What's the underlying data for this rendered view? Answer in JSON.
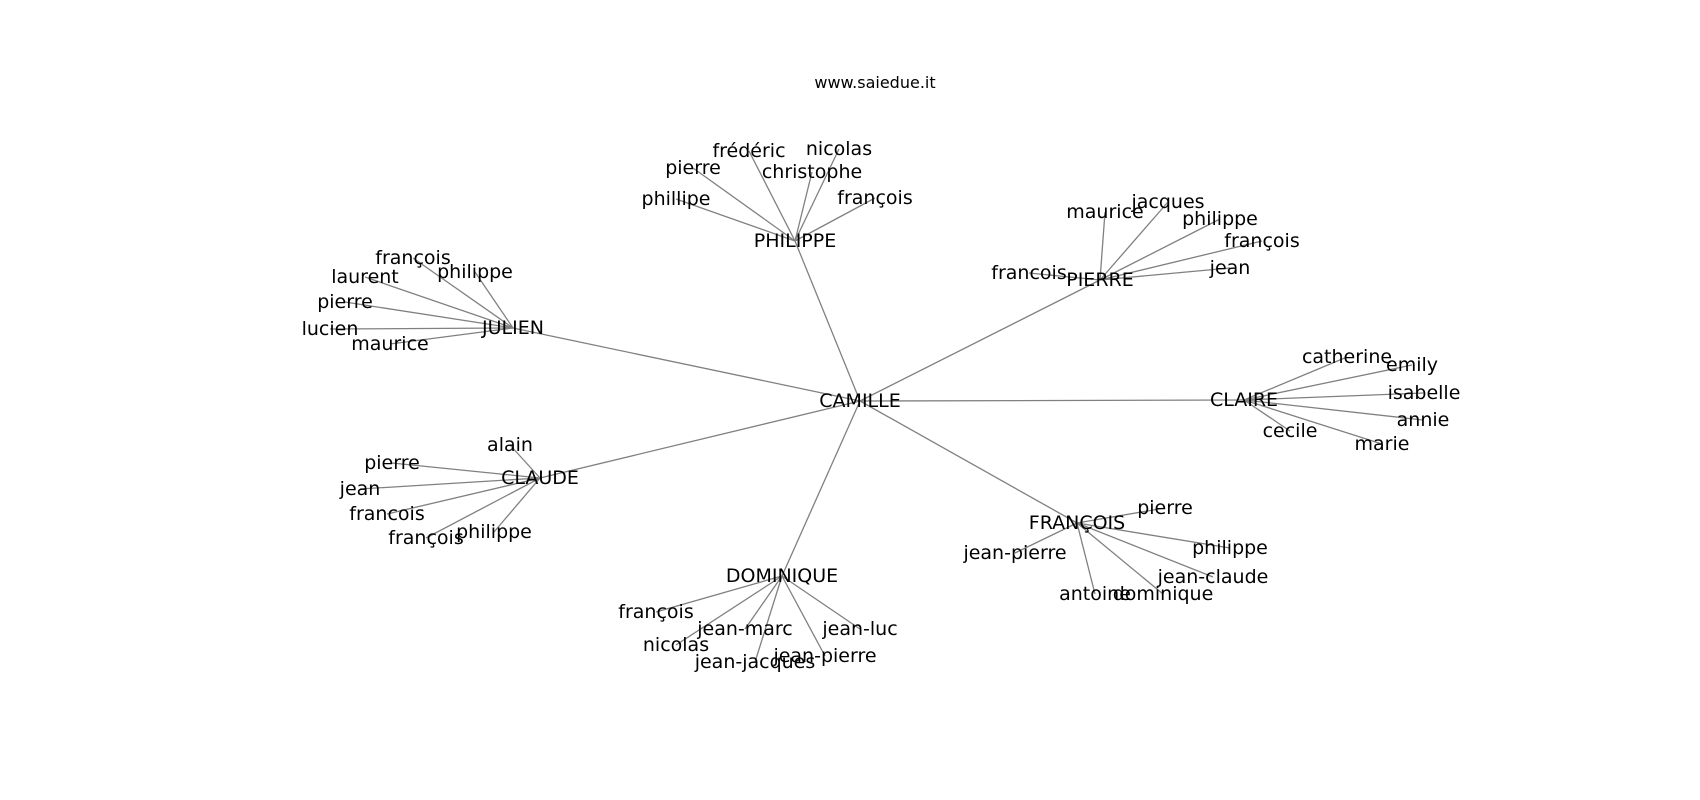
{
  "title": "www.saiedue.it",
  "edge_color": "#808080",
  "text_color": "#000000",
  "graph": {
    "center": "CAMILLE",
    "hubs": [
      {
        "name": "PHILIPPE",
        "leaves": [
          "phillipe",
          "pierre",
          "frédéric",
          "christophe",
          "nicolas",
          "françois"
        ]
      },
      {
        "name": "PIERRE",
        "leaves": [
          "francois",
          "maurice",
          "jacques",
          "philippe",
          "françois",
          "jean"
        ]
      },
      {
        "name": "JULIEN",
        "leaves": [
          "françois",
          "philippe",
          "laurent",
          "pierre",
          "lucien",
          "maurice"
        ]
      },
      {
        "name": "CLAIRE",
        "leaves": [
          "catherine",
          "emily",
          "isabelle",
          "annie",
          "cecile",
          "marie"
        ]
      },
      {
        "name": "CLAUDE",
        "leaves": [
          "alain",
          "pierre",
          "jean",
          "francois",
          "françois",
          "philippe"
        ]
      },
      {
        "name": "DOMINIQUE",
        "leaves": [
          "françois",
          "jean-marc",
          "nicolas",
          "jean-jacques",
          "jean-pierre",
          "jean-luc"
        ]
      },
      {
        "name": "FRANÇOIS",
        "leaves": [
          "pierre",
          "jean-pierre",
          "philippe",
          "jean-claude",
          "antoine",
          "dominique"
        ]
      }
    ]
  }
}
